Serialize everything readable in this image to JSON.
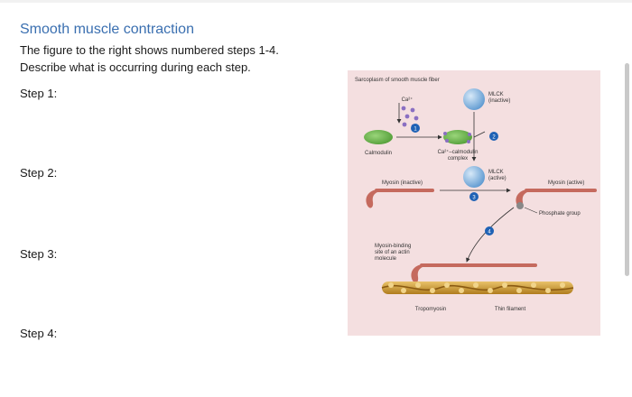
{
  "heading": "Smooth muscle contraction",
  "intro_line1": "The figure to the right shows numbered steps 1-4.",
  "intro_line2": "Describe what is occurring during each step.",
  "steps": [
    "Step 1:",
    "Step 2:",
    "Step 3:",
    "Step 4:"
  ],
  "figure": {
    "sarcoplasm": "Sarcoplasm of smooth muscle fiber",
    "ca": "Ca²⁺",
    "calmodulin": "Calmodulin",
    "complex_line1": "Ca²⁺–calmodulin",
    "complex_line2": "complex",
    "mlck": "MLCK",
    "inactive": "(inactive)",
    "active": "(active)",
    "myosin_inactive": "Myosin (inactive)",
    "myosin_active": "Myosin (active)",
    "phosphate": "Phosphate group",
    "binding_line1": "Myosin-binding",
    "binding_line2": "site of an actin",
    "binding_line3": "molecule",
    "tropomyosin": "Tropomyosin",
    "thin_filament": "Thin filament",
    "num1": "1",
    "num2": "2",
    "num3": "3",
    "num4": "4",
    "colors": {
      "background": "#f4dfe0",
      "calmodulin": "#6dbb4f",
      "mlck": "#7fb3e0",
      "marker": "#1f62b5",
      "ca_dots": "#8a6fc2",
      "myosin": "#c56a5e",
      "actin": "#c9962f"
    }
  }
}
